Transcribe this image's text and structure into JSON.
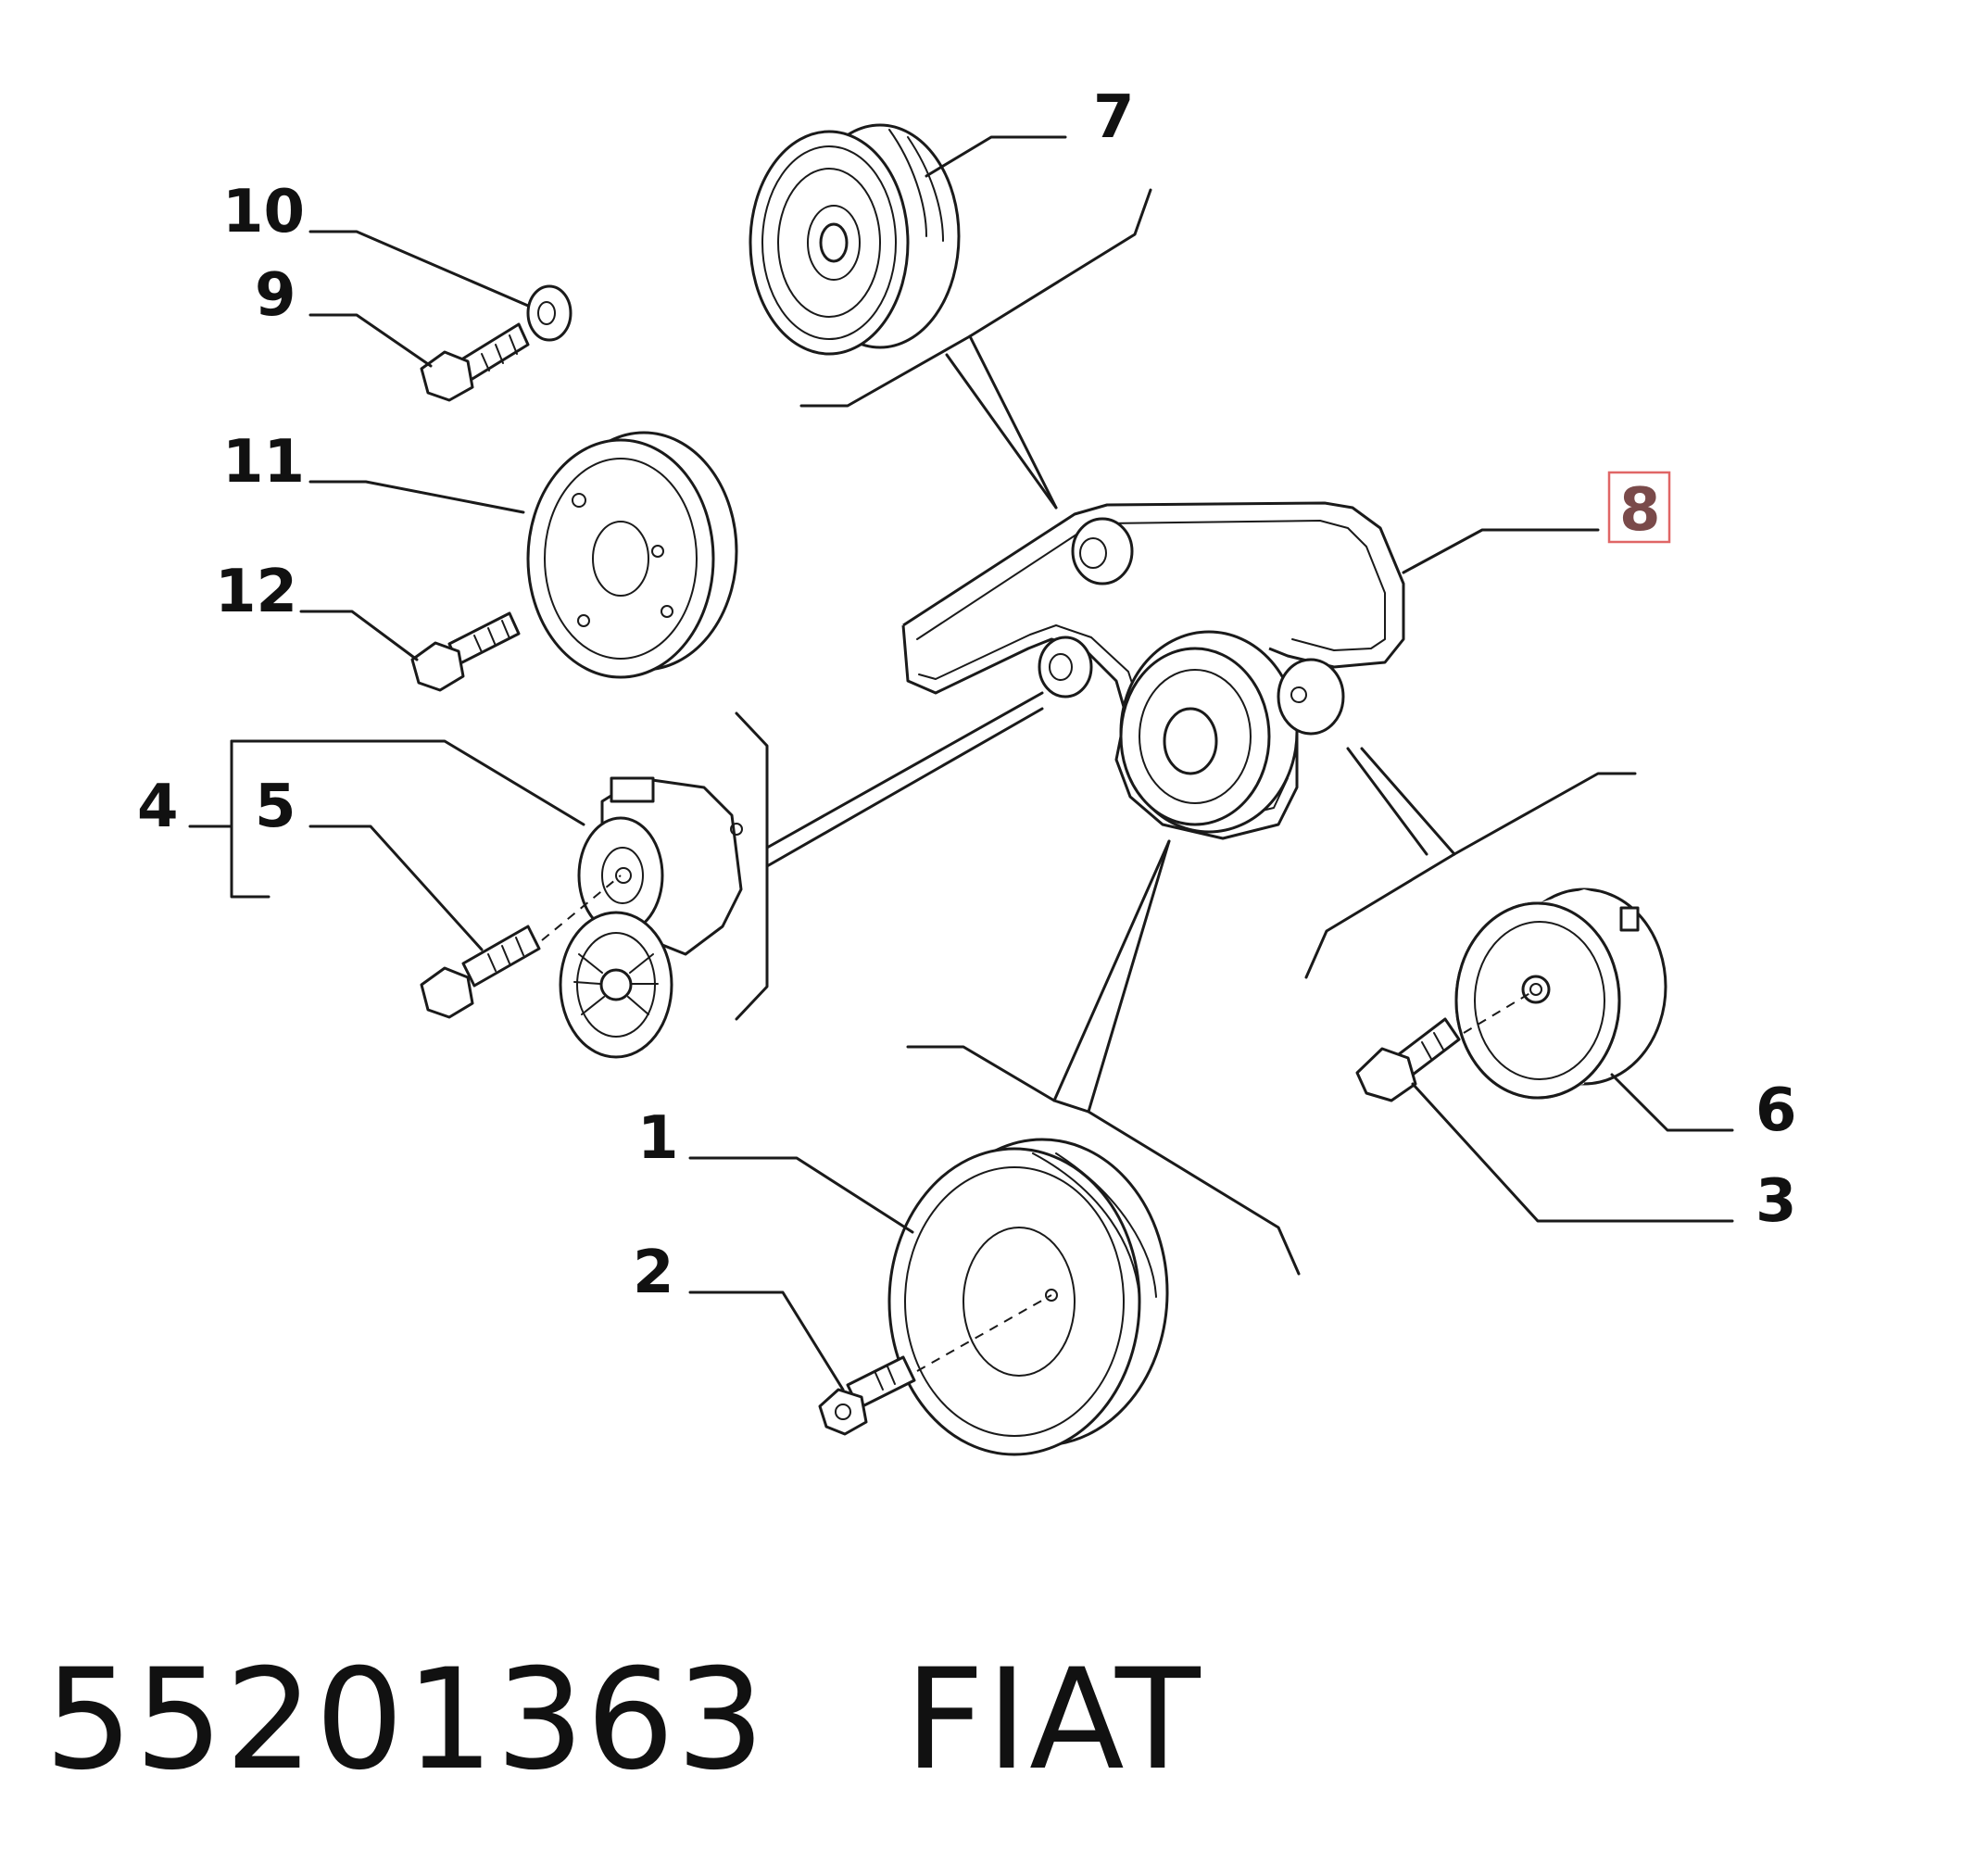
{
  "diagram": {
    "callouts": [
      {
        "id": "1",
        "label": "1"
      },
      {
        "id": "2",
        "label": "2"
      },
      {
        "id": "3",
        "label": "3"
      },
      {
        "id": "4",
        "label": "4"
      },
      {
        "id": "5",
        "label": "5"
      },
      {
        "id": "6",
        "label": "6"
      },
      {
        "id": "7",
        "label": "7"
      },
      {
        "id": "8",
        "label": "8",
        "highlighted": true
      },
      {
        "id": "9",
        "label": "9"
      },
      {
        "id": "10",
        "label": "10"
      },
      {
        "id": "11",
        "label": "11"
      },
      {
        "id": "12",
        "label": "12"
      }
    ],
    "highlight_color": "#e06666",
    "highlight_text_color": "#7a4a4a"
  },
  "footer": {
    "part_number": "55201363",
    "brand": "FIAT"
  }
}
